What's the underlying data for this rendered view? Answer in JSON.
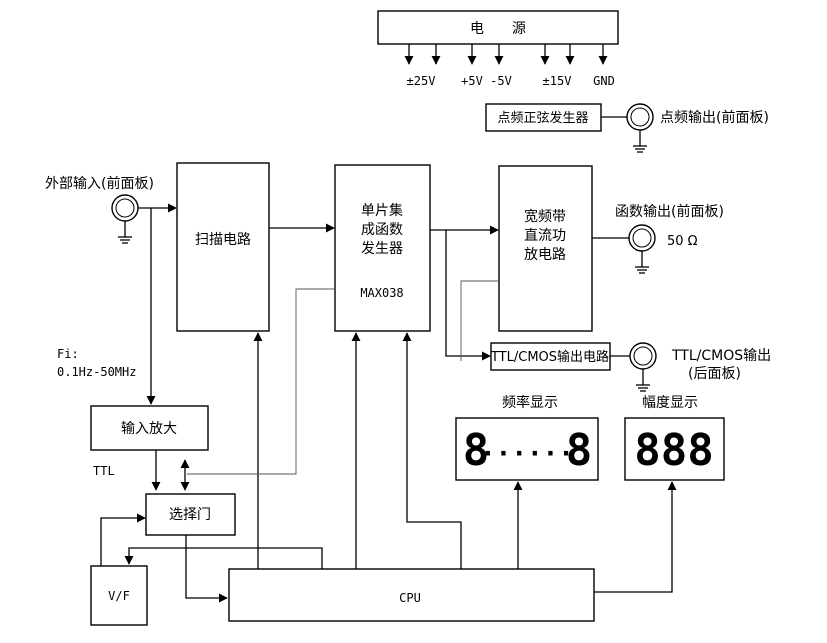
{
  "power": {
    "title": "电　　源",
    "rails": [
      "±25V",
      "+5V",
      "-5V",
      "±15V",
      "GND"
    ]
  },
  "blocks": {
    "sine_gen": "点频正弦发生器",
    "scan": "扫描电路",
    "chip": [
      "单片集",
      "成函数",
      "发生器"
    ],
    "chip_model": "MAX038",
    "amp": [
      "宽频带",
      "直流功",
      "放电路"
    ],
    "ttl_out": "TTL/CMOS输出电路",
    "input_amp": "输入放大",
    "select": "选择门",
    "vf": "V/F",
    "cpu": "CPU"
  },
  "labels": {
    "spot_out": "点频输出(前面板)",
    "ext_in": "外部输入(前面板)",
    "func_out": "函数输出(前面板)",
    "ohm": "50 Ω",
    "ttl_out_line1": "TTL/CMOS输出",
    "ttl_out_line2": "(后面板)",
    "fi_line1": "Fi:",
    "fi_line2": "0.1Hz-50MHz",
    "ttl": "TTL",
    "freq_display": "频率显示",
    "amp_display": "幅度显示"
  },
  "displays": {
    "freq_left": "8",
    "freq_dots": "······",
    "freq_right": "8",
    "amp": "888"
  }
}
